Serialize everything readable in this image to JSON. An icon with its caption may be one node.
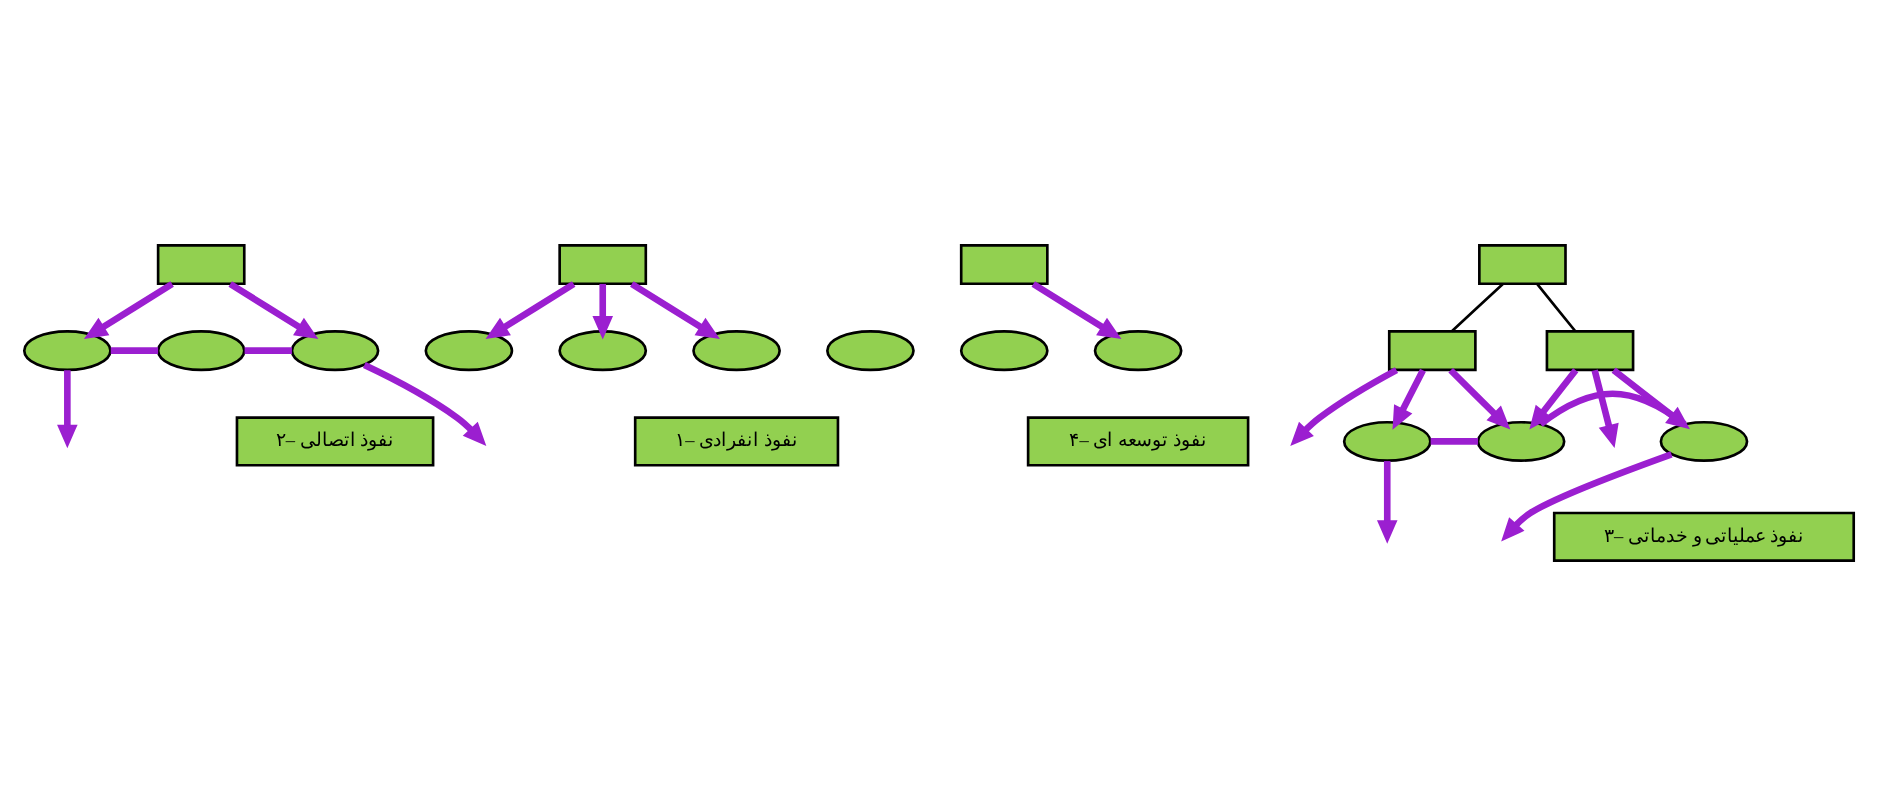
{
  "diagram": {
    "nodes": [
      {
        "text": [],
        "shape": "box"
      },
      {
        "text": [],
        "shape": "ellipse"
      },
      {
        "text": [],
        "shape": "ellipse"
      },
      {
        "text": [],
        "shape": "ellipse"
      },
      {
        "text": [
          "۲– نفوذ اتصالی"
        ]
      },
      {
        "text": [],
        "shape": "box"
      },
      {
        "text": [],
        "shape": "ellipse"
      },
      {
        "text": [],
        "shape": "ellipse"
      },
      {
        "text": [],
        "shape": "ellipse"
      },
      {
        "text": [
          "۱– نفوذ انفرادی"
        ]
      },
      {
        "text": [],
        "shape": "box"
      },
      {
        "text": [],
        "shape": "ellipse"
      },
      {
        "text": [],
        "shape": "ellipse"
      },
      {
        "text": [],
        "shape": "ellipse"
      },
      {
        "text": [
          "۴– نفوذ توسعه ای"
        ]
      },
      {
        "text": [],
        "shape": "box"
      },
      {
        "text": [],
        "shape": "box"
      },
      {
        "text": [],
        "shape": "box"
      },
      {
        "text": [],
        "shape": "ellipse"
      },
      {
        "text": [],
        "shape": "ellipse"
      },
      {
        "text": [],
        "shape": "ellipse"
      },
      {
        "text": [
          "۳– نفوذ عملیاتی و خدماتی"
        ]
      }
    ],
    "edges": [
      {
        "from": 0,
        "to": 1,
        "arrow": "to"
      },
      {
        "from": 0,
        "to": 3,
        "arrow": "to"
      },
      {
        "from": 1,
        "to": 2,
        "arrow": "none"
      },
      {
        "from": 2,
        "to": 3,
        "arrow": "none"
      },
      {
        "from": 1,
        "to": null,
        "arrow": "to"
      },
      {
        "from": 3,
        "to": null,
        "arrow": "to"
      },
      {
        "from": 5,
        "to": 6,
        "arrow": "to"
      },
      {
        "from": 5,
        "to": 7,
        "arrow": "to"
      },
      {
        "from": 5,
        "to": 8,
        "arrow": "to"
      },
      {
        "from": 10,
        "to": 13,
        "arrow": "to"
      },
      {
        "from": 15,
        "to": 16,
        "arrow": "none",
        "color": "#000000"
      },
      {
        "from": 15,
        "to": 17,
        "arrow": "none",
        "color": "#000000"
      },
      {
        "from": 16,
        "to": 18,
        "arrow": "to"
      },
      {
        "from": 16,
        "to": null,
        "arrow": "to"
      },
      {
        "from": 16,
        "to": 19,
        "arrow": "to"
      },
      {
        "from": 17,
        "to": 19,
        "arrow": "to"
      },
      {
        "from": 17,
        "to": null,
        "arrow": "to"
      },
      {
        "from": 17,
        "to": 20,
        "arrow": "to"
      },
      {
        "from": 18,
        "to": 19,
        "arrow": "none"
      },
      {
        "from": 19,
        "to": 20,
        "arrow": "none"
      },
      {
        "from": 18,
        "to": null,
        "arrow": "to"
      },
      {
        "from": 20,
        "to": null,
        "arrow": "to"
      }
    ]
  }
}
